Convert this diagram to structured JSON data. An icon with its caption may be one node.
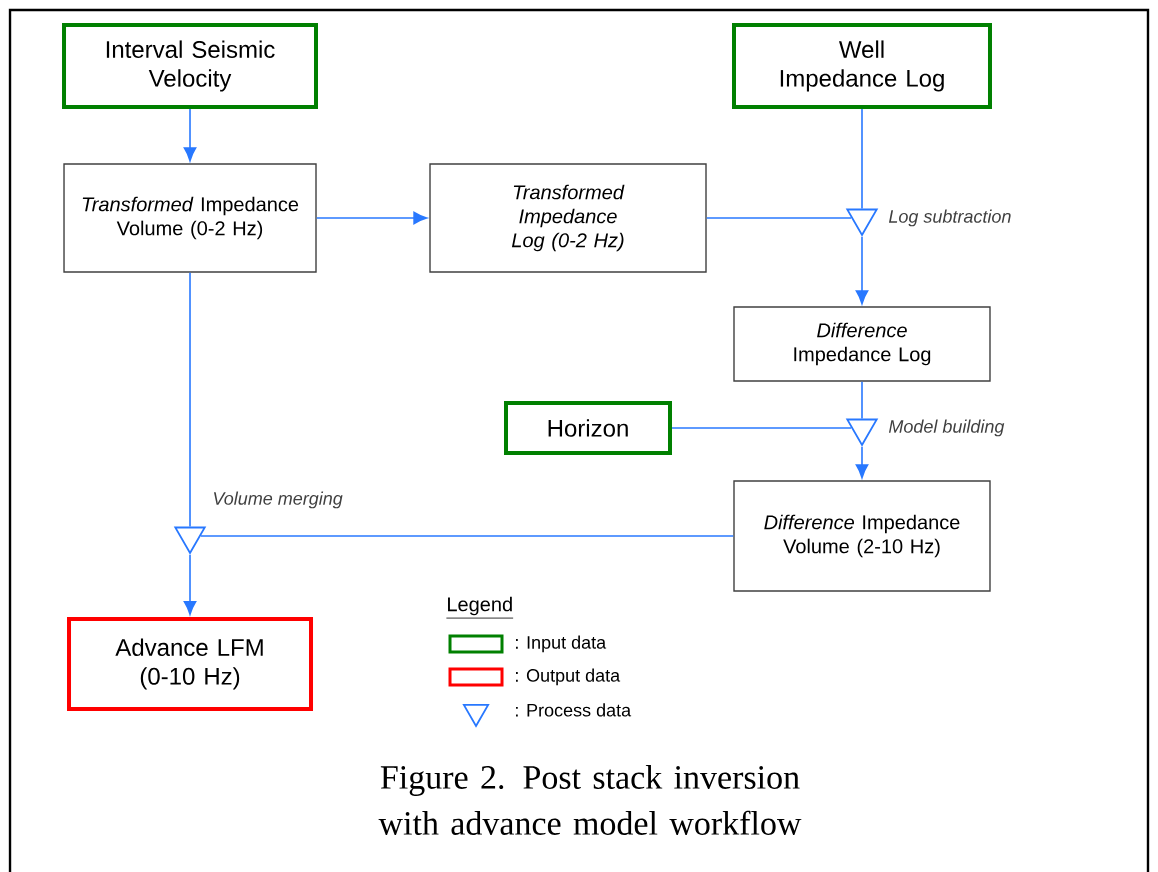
{
  "diagram": {
    "caption": "Figure 2. Post stack inversion with advance model workflow",
    "nodes": [
      {
        "text": [
          "Interval Seismic Velocity"
        ]
      },
      {
        "text": [
          "Well Impedance Log"
        ]
      },
      {
        "text": [
          "*Transformed* Impedance Volume (0-2 Hz)"
        ]
      },
      {
        "text": [
          "Transformed Impedance Log (0-2 Hz)"
        ]
      },
      {
        "text": [],
        "shape": "triangle",
        "beside": [
          "Log subtraction"
        ]
      },
      {
        "text": [
          "*Difference* Impedance Log"
        ]
      },
      {
        "text": [
          "Horizon"
        ]
      },
      {
        "text": [],
        "shape": "triangle",
        "beside": [
          "Model building"
        ]
      },
      {
        "text": [
          "*Difference* Impedance Volume (2-10 Hz)"
        ]
      },
      {
        "text": [],
        "shape": "triangle",
        "beside": [
          "Volume merging"
        ]
      },
      {
        "text": [
          "Advance LFM (0-10 Hz)"
        ]
      }
    ],
    "edges": [
      {
        "from": 0,
        "to": 2,
        "arrow": "to"
      },
      {
        "from": 2,
        "to": 3,
        "arrow": "to"
      },
      {
        "from": 3,
        "to": 4,
        "arrow": "none"
      },
      {
        "from": 1,
        "to": 4,
        "arrow": "none"
      },
      {
        "from": 4,
        "to": 5,
        "arrow": "to"
      },
      {
        "from": 5,
        "to": 7,
        "arrow": "none"
      },
      {
        "from": 6,
        "to": 7,
        "arrow": "none"
      },
      {
        "from": 7,
        "to": 8,
        "arrow": "to"
      },
      {
        "from": 8,
        "to": 9,
        "arrow": "none"
      },
      {
        "from": 2,
        "to": 9,
        "arrow": "none"
      },
      {
        "from": 9,
        "to": 10,
        "arrow": "to"
      }
    ],
    "labels": [
      "Legend"
    ],
    "legend": [
      {
        "text": ": Input data",
        "color": "#008000"
      },
      {
        "text": ": Output data",
        "color": "#ff0000"
      },
      {
        "text": ": Process data"
      }
    ]
  }
}
